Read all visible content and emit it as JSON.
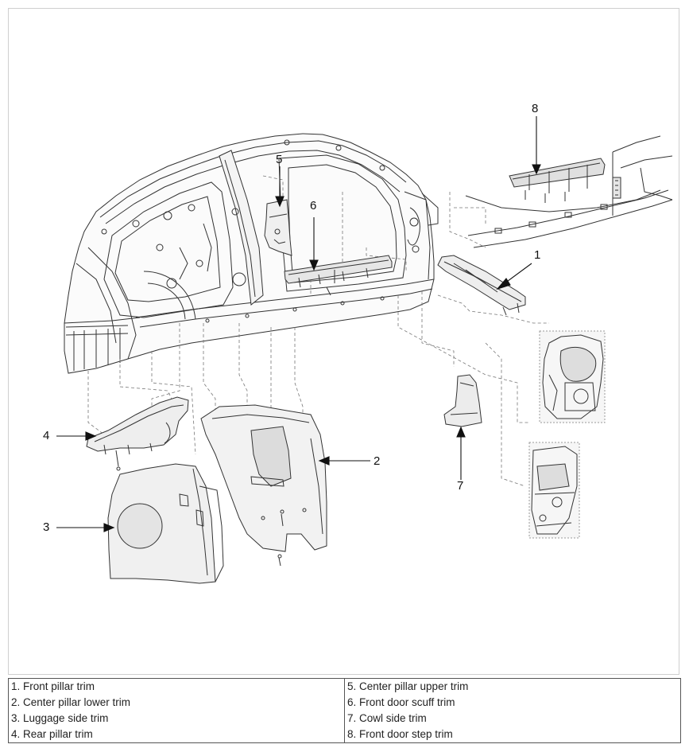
{
  "callouts": {
    "c1": "1",
    "c2": "2",
    "c3": "3",
    "c4": "4",
    "c5": "5",
    "c6": "6",
    "c7": "7",
    "c8": "8"
  },
  "legend": {
    "left": [
      "1. Front pillar trim",
      "2. Center pillar lower trim",
      "3. Luggage side trim",
      "4. Rear pillar trim"
    ],
    "right": [
      "5. Center pillar upper trim",
      "6. Front door scuff trim",
      "7. Cowl side trim",
      "8. Front door step trim"
    ]
  },
  "colors": {
    "line": "#333333",
    "fill_light": "#f2f2f2",
    "fill_shade": "#dcdcdc"
  }
}
